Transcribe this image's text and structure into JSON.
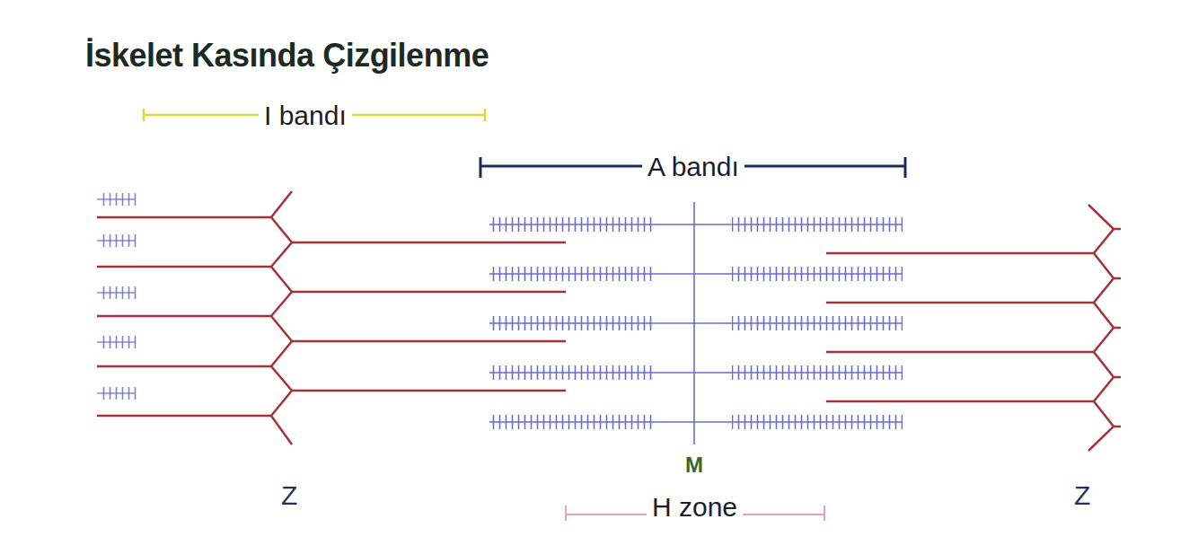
{
  "diagram": {
    "title": "İskelet Kasında Çizgilenme",
    "labels": [
      "I bandı",
      "A bandı",
      "Z",
      "M",
      "H zone",
      "Z"
    ]
  }
}
